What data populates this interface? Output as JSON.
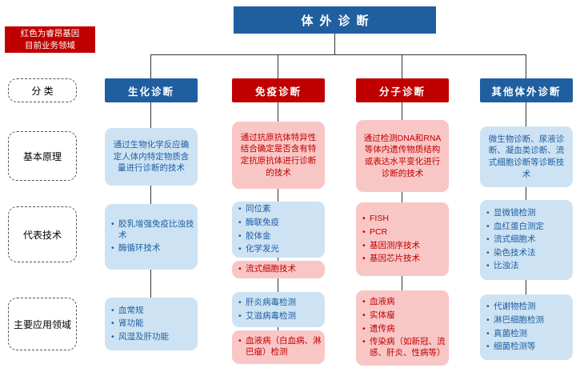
{
  "title": "体外诊断",
  "legend": {
    "line1": "红色为睿昂基因",
    "line2": "目前业务领域"
  },
  "row_labels": [
    "分  类",
    "基本原理",
    "代表技术",
    "主要应用领域"
  ],
  "colors": {
    "dark_blue": "#1f5fa0",
    "red": "#c00000",
    "light_blue": "#cde3f4",
    "pink": "#f9c6c6"
  },
  "columns": [
    {
      "header": "生化诊断",
      "theme": "blue",
      "principle": "通过生物化学反应确定人体内特定物质含量进行诊断的技术",
      "tech": [
        "胶乳增强免疫比浊技术",
        "酶循环技术"
      ],
      "apps": [
        "血常规",
        "肾功能",
        "风湿及肝功能"
      ]
    },
    {
      "header": "免疫诊断",
      "theme": "red",
      "principle": "通过抗原抗体特异性结合确定是否含有特定抗原抗体进行诊断的技术",
      "tech": [
        "同位素",
        "酶联免疫",
        "胶体金",
        "化学发光"
      ],
      "tech_highlight": "流式细胞技术",
      "apps": [
        "肝炎病毒检测",
        "艾滋病毒检测"
      ],
      "apps_highlight": "血液病（白血病、淋巴瘤）检测"
    },
    {
      "header": "分子诊断",
      "theme": "red",
      "principle": "通过检测DNA和RNA等体内遗传物质结构或表达水平变化进行诊断的技术",
      "tech": [
        "FISH",
        "PCR",
        "基因测序技术",
        "基因芯片技术"
      ],
      "apps": [
        "血液病",
        "实体瘤",
        "遗传病",
        "传染病（如新冠、流感、肝炎、性病等）"
      ]
    },
    {
      "header": "其他体外诊断",
      "theme": "blue",
      "principle": "微生物诊断、尿液诊断、凝血类诊断、流式细胞诊断等诊断技术",
      "tech": [
        "显微镜检测",
        "血红蛋白测定",
        "流式细胞术",
        "染色技术法",
        "比浊法"
      ],
      "apps": [
        "代谢物检测",
        "淋巴细胞检测",
        "真菌检测",
        "细菌检测等"
      ]
    }
  ]
}
